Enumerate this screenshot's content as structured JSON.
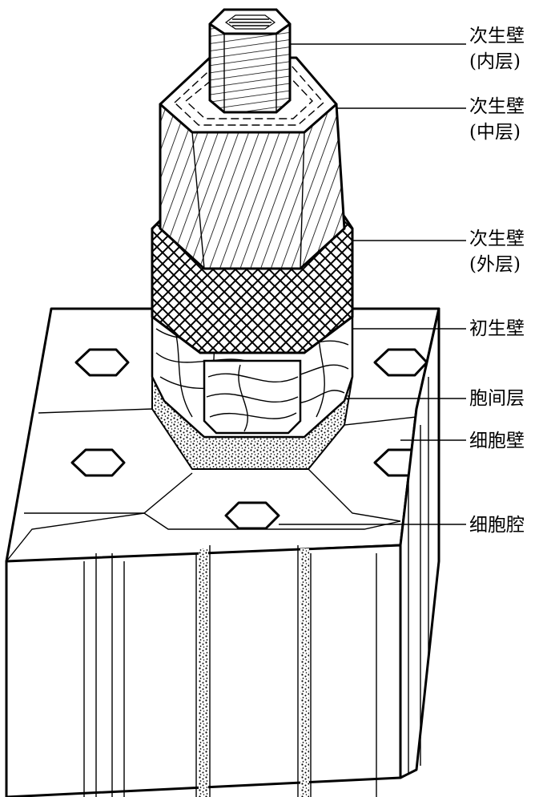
{
  "labels": {
    "secondary_inner_l1": "次生壁",
    "secondary_inner_l2": "(内层)",
    "secondary_middle_l1": "次生壁",
    "secondary_middle_l2": "(中层)",
    "secondary_outer_l1": "次生壁",
    "secondary_outer_l2": "(外层)",
    "primary_wall": "初生壁",
    "middle_lamella": "胞间层",
    "cell_wall": "细胞壁",
    "cell_lumen": "细胞腔"
  },
  "colors": {
    "ink": "#000000",
    "paper": "#ffffff"
  }
}
